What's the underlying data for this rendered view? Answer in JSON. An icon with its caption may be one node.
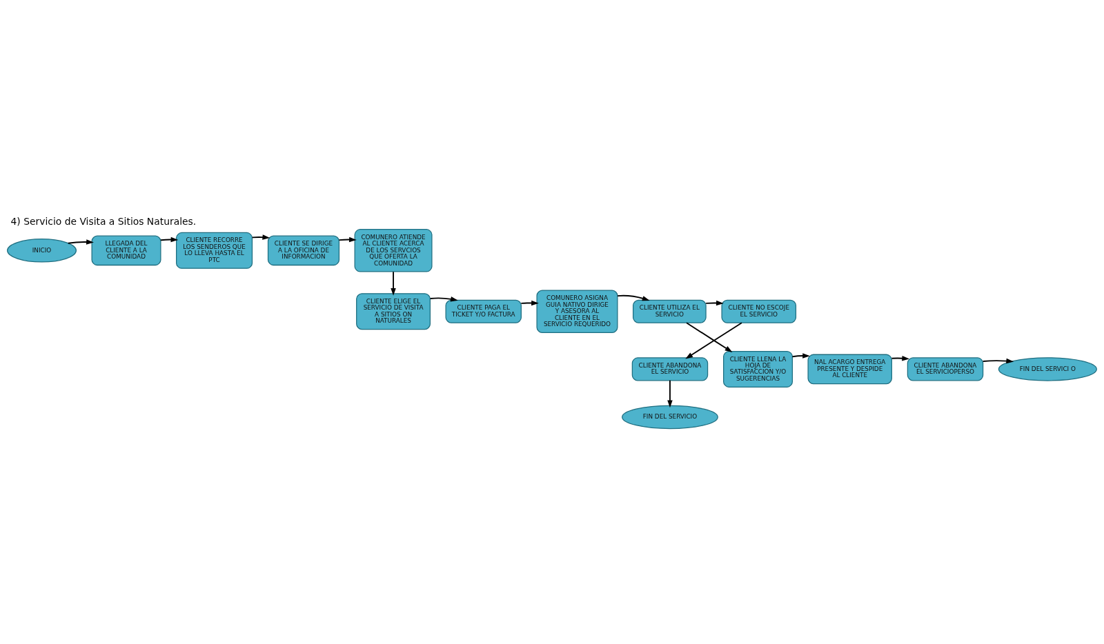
{
  "diagram": {
    "title": "4) Servicio de Visita a Sitios Naturales.",
    "nodes": [
      {
        "text": [
          "INICIO"
        ]
      },
      {
        "text": [
          "LLEGADA DEL CLIENTE A LA COMUNIDAD"
        ]
      },
      {
        "text": [
          "CLIENTE RECORRE LOS SENDEROS QUE LO LLEVA HASTA EL PTC"
        ]
      },
      {
        "text": [
          "CLIENTE SE DIRIGE A LA OFICINA DE INFORMACION"
        ]
      },
      {
        "text": [
          "COMUNERO ATIENDE AL CLIENTE ACERCA DE LOS SERVCIOS QUE OFERTA LA COMUNIDAD"
        ]
      },
      {
        "text": [
          "CLIENTE ELIGE EL SERVICIO DE VISITA A SITIOS ON NATURALES"
        ]
      },
      {
        "text": [
          "CLIENTE PAGA EL TICKET Y/O FACTURA"
        ]
      },
      {
        "text": [
          "COMUNERO ASIGNA GUIA NATIVO DIRIGE Y ASESORA AL CLIENTE EN EL SERVICIO REQUERIDO"
        ]
      },
      {
        "text": [
          "CLIENTE UTILIZA EL SERVICIO"
        ]
      },
      {
        "text": [
          "CLIENTE NO ESCOJE EL SERVICIO"
        ]
      },
      {
        "text": [
          "CLIENTE ABANDONA EL SERVICIO"
        ]
      },
      {
        "text": [
          "FIN DEL SERVICIO"
        ]
      },
      {
        "text": [
          "CLIENTE LLENA LA HOJA DE SATISFACCION Y/O SUGERENCIAS"
        ]
      },
      {
        "text": [
          "NAL ACARGO ENTREGA PRESENTE Y DESPIDE AL CLIENTE"
        ]
      },
      {
        "text": [
          "CLIENTE ABANDONA EL SERVICIOPERSO"
        ]
      },
      {
        "text": [
          "FIN DEL SERVICI O"
        ]
      }
    ],
    "edges": [
      {
        "from": 0,
        "to": 1,
        "arrow": "to"
      },
      {
        "from": 1,
        "to": 2,
        "arrow": "to"
      },
      {
        "from": 2,
        "to": 3,
        "arrow": "to"
      },
      {
        "from": 3,
        "to": 4,
        "arrow": "to"
      },
      {
        "from": 4,
        "to": 5,
        "arrow": "to"
      },
      {
        "from": 5,
        "to": 6,
        "arrow": "to"
      },
      {
        "from": 6,
        "to": 7,
        "arrow": "to"
      },
      {
        "from": 7,
        "to": 8,
        "arrow": "to"
      },
      {
        "from": 8,
        "to": 9,
        "arrow": "to"
      },
      {
        "from": 9,
        "to": 10,
        "arrow": "to"
      },
      {
        "from": 10,
        "to": 11,
        "arrow": "to"
      },
      {
        "from": 8,
        "to": 12,
        "arrow": "to"
      },
      {
        "from": 12,
        "to": 13,
        "arrow": "to"
      },
      {
        "from": 13,
        "to": 14,
        "arrow": "to"
      },
      {
        "from": 14,
        "to": 15,
        "arrow": "to"
      }
    ]
  }
}
